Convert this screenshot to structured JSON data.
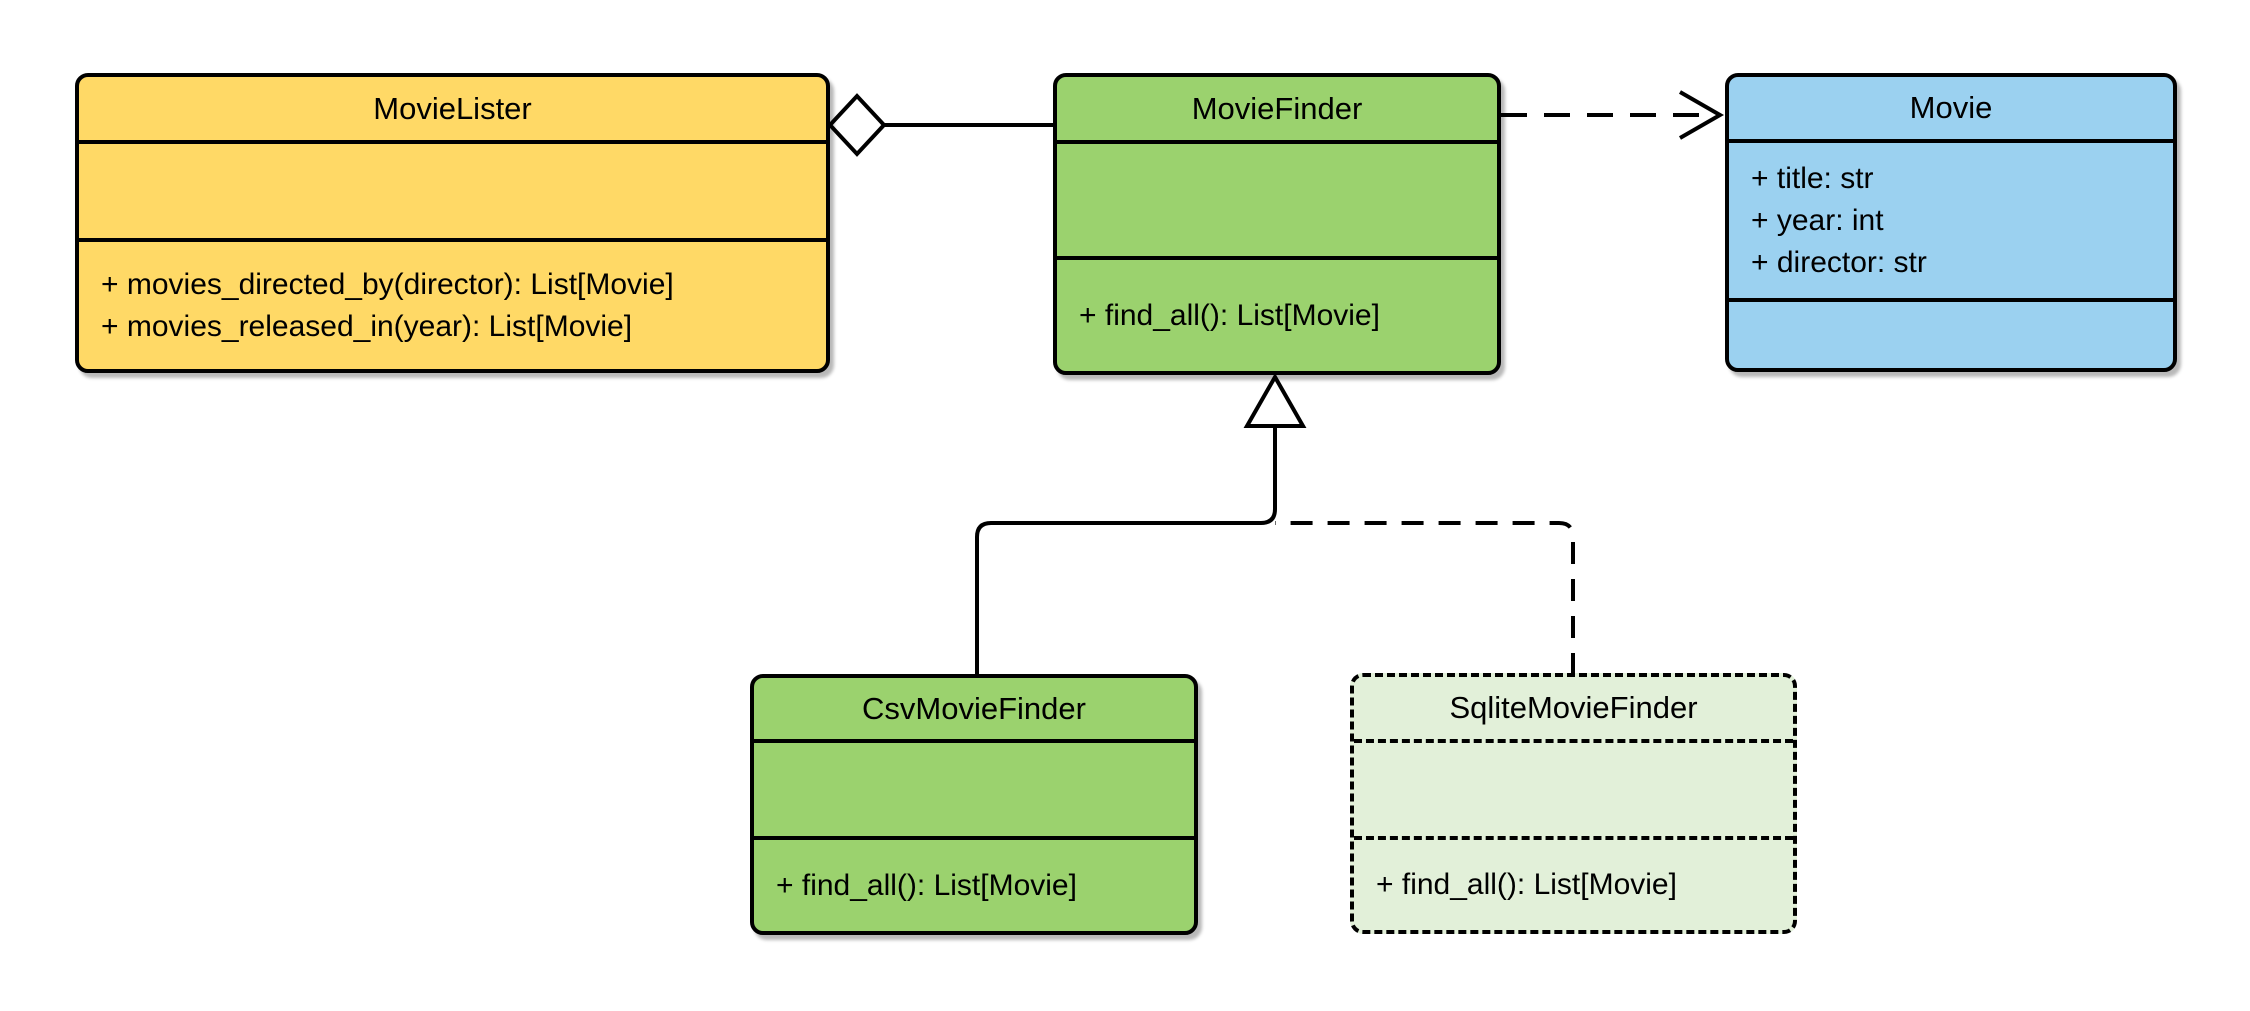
{
  "diagram": {
    "kind": "uml-class-diagram",
    "classes": [
      {
        "name": "MovieLister",
        "attributes": [],
        "methods": [
          "+ movies_directed_by(director): List[Movie]",
          "+ movies_released_in(year): List[Movie]"
        ],
        "fill": "#FFD966",
        "border_style": "solid"
      },
      {
        "name": "MovieFinder",
        "attributes": [],
        "methods": [
          "+ find_all(): List[Movie]"
        ],
        "fill": "#9BD26E",
        "border_style": "solid"
      },
      {
        "name": "Movie",
        "attributes": [
          "+ title: str",
          "+ year: int",
          "+ director: str"
        ],
        "methods": [],
        "fill": "#9BD1F0",
        "border_style": "solid"
      },
      {
        "name": "CsvMovieFinder",
        "attributes": [],
        "methods": [
          "+ find_all(): List[Movie]"
        ],
        "fill": "#9BD26E",
        "border_style": "solid"
      },
      {
        "name": "SqliteMovieFinder",
        "attributes": [],
        "methods": [
          "+ find_all(): List[Movie]"
        ],
        "fill": "#E2F0D9",
        "border_style": "dashed"
      }
    ],
    "relationships": [
      {
        "type": "aggregation",
        "from": "MovieLister",
        "to": "MovieFinder",
        "line_style": "solid",
        "marker": "hollow-diamond-at-source"
      },
      {
        "type": "dependency",
        "from": "MovieFinder",
        "to": "Movie",
        "line_style": "dashed",
        "marker": "open-arrow-at-target"
      },
      {
        "type": "generalization",
        "from": "CsvMovieFinder",
        "to": "MovieFinder",
        "line_style": "solid",
        "marker": "hollow-triangle-at-target"
      },
      {
        "type": "generalization",
        "from": "SqliteMovieFinder",
        "to": "MovieFinder",
        "line_style": "dashed",
        "marker": "hollow-triangle-at-target"
      }
    ],
    "colors": {
      "stroke": "#000000",
      "background": "#ffffff",
      "yellow_fill": "#FFD966",
      "green_fill": "#9BD26E",
      "light_green_fill": "#E2F0D9",
      "blue_fill": "#9BD1F0"
    }
  }
}
